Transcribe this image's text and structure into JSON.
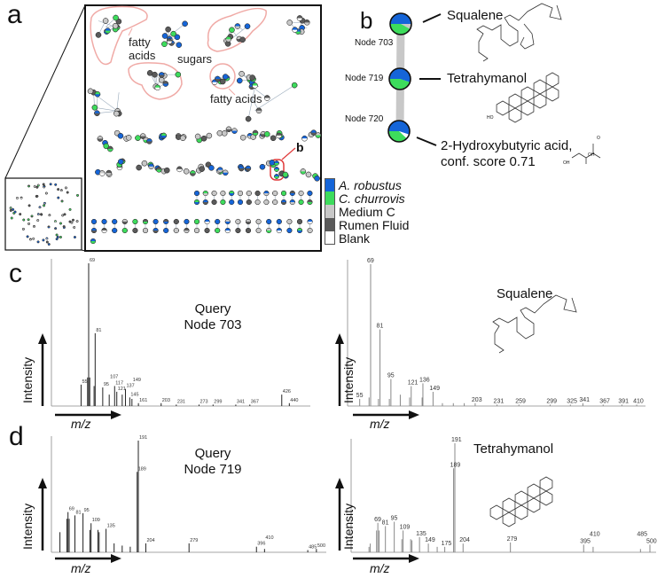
{
  "panels": {
    "a": "a",
    "b": "b",
    "c": "c",
    "d": "d"
  },
  "network": {
    "labels": {
      "fatty_acids_1": "fatty\nacids",
      "sugars": "sugars",
      "fatty_acids_2": "fatty acids",
      "b_marker": "b"
    }
  },
  "panel_b": {
    "nodes": [
      {
        "label": "Node 703",
        "annotation": "Squalene",
        "fractions": {
          "A. robustus": 0.5,
          "C. churrovis": 0.42,
          "Medium C": 0.08
        }
      },
      {
        "label": "Node 719",
        "annotation": "Tetrahymanol",
        "fractions": {
          "A. robustus": 0.55,
          "C. churrovis": 0.45
        }
      },
      {
        "label": "Node 720",
        "annotation_line1": "2-Hydroxybutyric acid,",
        "annotation_line2": "conf. score 0.71",
        "fractions": {
          "A. robustus": 0.55,
          "C. churrovis": 0.38,
          "Blank": 0.07
        }
      }
    ],
    "structure_labels": {
      "ho": "HO",
      "oh": "OH",
      "o": "O"
    }
  },
  "legend": [
    {
      "label": "A. robustus",
      "color": "#1565d8",
      "italic": true
    },
    {
      "label": "C. churrovis",
      "color": "#3ddc5c",
      "italic": true
    },
    {
      "label": "Medium C",
      "color": "#c8c8c8",
      "italic": false
    },
    {
      "label": "Rumen Fluid",
      "color": "#5a5a5a",
      "italic": false
    },
    {
      "label": "Blank",
      "color": "#ffffff",
      "italic": false
    }
  ],
  "axes": {
    "y": "Intensity",
    "x": "m/z"
  },
  "chart_data": [
    {
      "type": "bar",
      "panel": "c",
      "title_line1": "Query",
      "title_line2": "Node 703",
      "xlabel": "m/z",
      "ylabel": "Intensity",
      "color": "#222222",
      "peaks": [
        [
          55,
          15,
          true
        ],
        [
          67,
          20,
          false
        ],
        [
          69,
          100,
          true
        ],
        [
          71,
          20,
          false
        ],
        [
          79,
          14,
          false
        ],
        [
          81,
          51,
          true
        ],
        [
          95,
          13,
          true
        ],
        [
          107,
          8,
          true
        ],
        [
          117,
          14,
          true
        ],
        [
          121,
          10,
          true
        ],
        [
          131,
          8,
          false
        ],
        [
          137,
          12,
          true
        ],
        [
          145,
          6,
          true
        ],
        [
          149,
          5,
          true
        ],
        [
          161,
          2,
          true
        ],
        [
          203,
          2,
          true
        ],
        [
          231,
          1,
          true
        ],
        [
          273,
          1,
          true
        ],
        [
          299,
          1,
          true
        ],
        [
          341,
          1,
          true
        ],
        [
          367,
          1,
          true
        ],
        [
          426,
          8,
          true
        ],
        [
          440,
          2,
          true
        ]
      ]
    },
    {
      "type": "bar",
      "panel": "c",
      "title": "Squalene",
      "xlabel": "m/z",
      "ylabel": "Intensity",
      "color": "#888888",
      "peaks": [
        [
          55,
          5,
          true
        ],
        [
          67,
          6,
          false
        ],
        [
          69,
          100,
          true
        ],
        [
          79,
          5,
          false
        ],
        [
          81,
          54,
          true
        ],
        [
          93,
          5,
          false
        ],
        [
          95,
          19,
          true
        ],
        [
          107,
          8,
          false
        ],
        [
          119,
          6,
          false
        ],
        [
          121,
          14,
          true
        ],
        [
          135,
          6,
          false
        ],
        [
          136,
          16,
          true
        ],
        [
          149,
          10,
          true
        ],
        [
          161,
          2,
          false
        ],
        [
          175,
          2,
          false
        ],
        [
          189,
          2,
          false
        ],
        [
          203,
          2,
          true
        ],
        [
          231,
          1,
          true
        ],
        [
          259,
          1,
          true
        ],
        [
          299,
          1,
          true
        ],
        [
          325,
          1,
          true
        ],
        [
          341,
          2,
          true
        ],
        [
          367,
          1,
          true
        ],
        [
          391,
          1,
          true
        ],
        [
          410,
          1,
          true
        ]
      ]
    },
    {
      "type": "bar",
      "panel": "d",
      "title_line1": "Query",
      "title_line2": "Node 719",
      "xlabel": "m/z",
      "ylabel": "Intensity",
      "color": "#222222",
      "peaks": [
        [
          55,
          18,
          false
        ],
        [
          67,
          30,
          false
        ],
        [
          69,
          36,
          true
        ],
        [
          71,
          30,
          false
        ],
        [
          81,
          33,
          true
        ],
        [
          95,
          35,
          true
        ],
        [
          107,
          20,
          false
        ],
        [
          109,
          26,
          true
        ],
        [
          121,
          20,
          false
        ],
        [
          123,
          18,
          false
        ],
        [
          135,
          21,
          true
        ],
        [
          149,
          8,
          false
        ],
        [
          163,
          6,
          false
        ],
        [
          177,
          5,
          false
        ],
        [
          189,
          72,
          true
        ],
        [
          191,
          100,
          true
        ],
        [
          204,
          8,
          true
        ],
        [
          279,
          8,
          true
        ],
        [
          396,
          5,
          true
        ],
        [
          410,
          3,
          true
        ],
        [
          485,
          2,
          true
        ],
        [
          500,
          3,
          true
        ]
      ]
    },
    {
      "type": "bar",
      "panel": "d",
      "title": "Tetrahymanol",
      "xlabel": "m/z",
      "ylabel": "Intensity",
      "color": "#888888",
      "peaks": [
        [
          55,
          5,
          false
        ],
        [
          57,
          8,
          false
        ],
        [
          67,
          20,
          false
        ],
        [
          69,
          27,
          true
        ],
        [
          71,
          20,
          false
        ],
        [
          81,
          24,
          true
        ],
        [
          95,
          28,
          true
        ],
        [
          107,
          12,
          false
        ],
        [
          109,
          20,
          true
        ],
        [
          121,
          12,
          false
        ],
        [
          123,
          11,
          false
        ],
        [
          135,
          14,
          true
        ],
        [
          149,
          8,
          true
        ],
        [
          163,
          5,
          false
        ],
        [
          175,
          5,
          true
        ],
        [
          189,
          77,
          true
        ],
        [
          191,
          100,
          true
        ],
        [
          204,
          8,
          true
        ],
        [
          279,
          9,
          true
        ],
        [
          395,
          7,
          true
        ],
        [
          410,
          5,
          true
        ],
        [
          485,
          3,
          true
        ],
        [
          500,
          7,
          true
        ]
      ]
    }
  ]
}
